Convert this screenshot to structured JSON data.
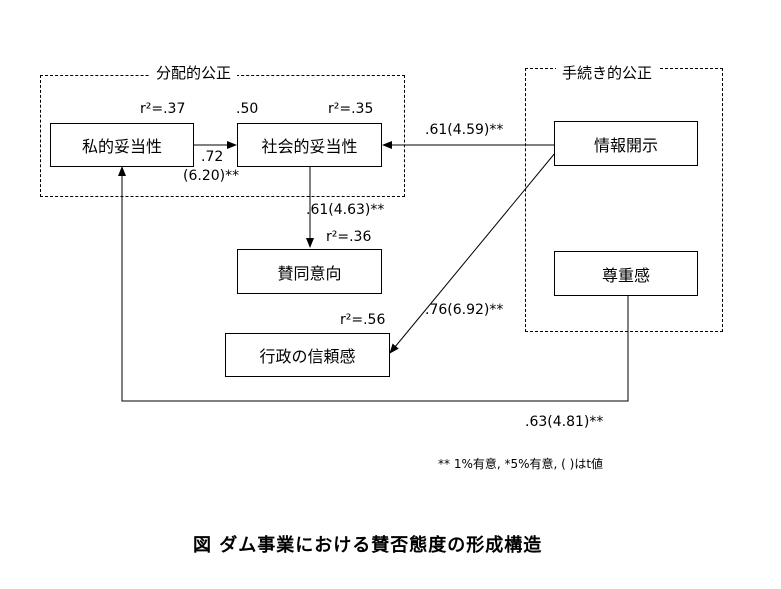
{
  "groups": {
    "distributive": "分配的公正",
    "procedural": "手続き的公正"
  },
  "nodes": {
    "private": "私的妥当性",
    "social": "社会的妥当性",
    "approval": "賛同意向",
    "trust": "行政の信頼感",
    "disclosure": "情報開示",
    "respect": "尊重感"
  },
  "labels": {
    "r2_private": "r²=.37",
    "social_50": ".50",
    "r2_social": "r²=.35",
    "coef_private_social_1": ".72",
    "coef_private_social_2": "(6.20)**",
    "coef_disclosure_social": ".61(4.59)**",
    "coef_social_approval": ".61(4.63)**",
    "r2_approval": "r²=.36",
    "r2_trust": "r²=.56",
    "coef_disclosure_trust": ".76(6.92)**",
    "coef_respect_private": ".63(4.81)**"
  },
  "note": "**  1%有意,   *5%有意, ( )はt値",
  "caption": "図  ダム事業における賛否態度の形成構造"
}
